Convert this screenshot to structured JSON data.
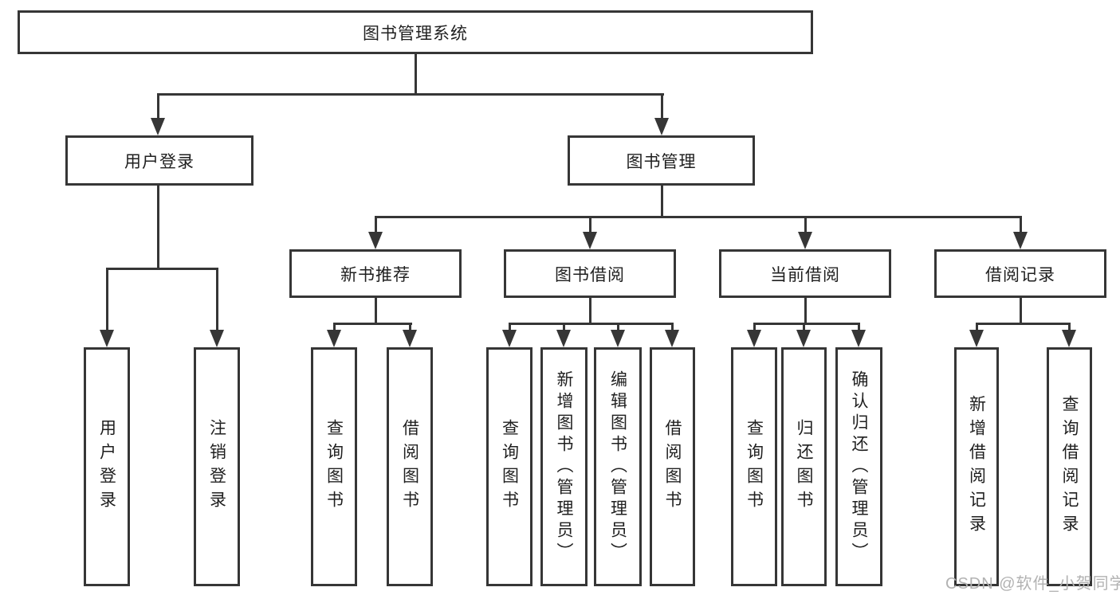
{
  "diagram": {
    "type": "hierarchy-tree",
    "line_color": "#363636",
    "tree": {
      "label": "图书管理系统",
      "children": [
        {
          "label": "用户登录",
          "children": [
            {
              "label": "用户登录"
            },
            {
              "label": "注销登录"
            }
          ]
        },
        {
          "label": "图书管理",
          "children": [
            {
              "label": "新书推荐",
              "children": [
                {
                  "label": "查询图书"
                },
                {
                  "label": "借阅图书"
                }
              ]
            },
            {
              "label": "图书借阅",
              "children": [
                {
                  "label": "查询图书"
                },
                {
                  "label": "新增图书（管理员）"
                },
                {
                  "label": "编辑图书（管理员）"
                },
                {
                  "label": "借阅图书"
                }
              ]
            },
            {
              "label": "当前借阅",
              "children": [
                {
                  "label": "查询图书"
                },
                {
                  "label": "归还图书"
                },
                {
                  "label": "确认归还（管理员）"
                }
              ]
            },
            {
              "label": "借阅记录",
              "children": [
                {
                  "label": "新增借阅记录"
                },
                {
                  "label": "查询借阅记录"
                }
              ]
            }
          ]
        }
      ]
    }
  },
  "watermark": {
    "text": "CSDN @软件_小贺同学",
    "color": "#b2b2b2"
  }
}
